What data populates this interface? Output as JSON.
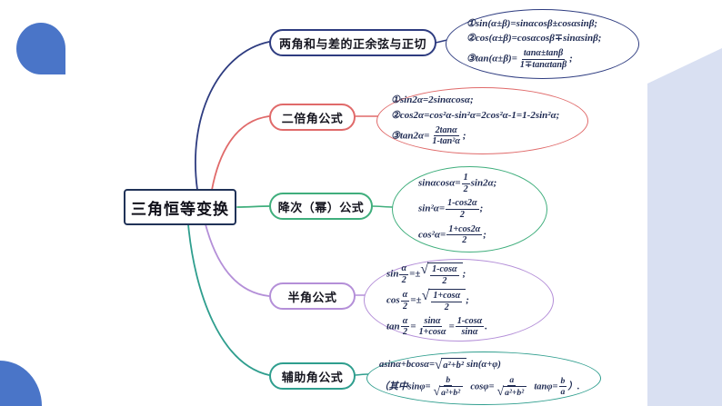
{
  "palette": {
    "accent_blue": "#4a75c8",
    "panel_blue": "#d9e0f2",
    "ink": "#1e2a52",
    "root_border": "#203258"
  },
  "root": {
    "label": "三角恒等变换"
  },
  "branches": [
    {
      "label": "两角和与差的正余弦与正切",
      "color": "#2e3c80",
      "formulas": [
        "①sin(α±β)=sinαcosβ±cosαsinβ;",
        "②cos(α±β)=cosαcosβ∓sinαsinβ;",
        "③tan(α±β)=\\f{tanα±tanβ}{1∓tanαtanβ};"
      ]
    },
    {
      "label": "二倍角公式",
      "color": "#e06a6a",
      "formulas": [
        "①sin2α=2sinαcosα;",
        "②cos2α=cos²α-sin²α=2cos²α-1=1-2sin²α;",
        "③tan2α=\\f{2tanα}{1-tan²α};"
      ]
    },
    {
      "label": "降次（幂）公式",
      "color": "#3fae7c",
      "formulas": [
        "sinαcosα=\\f{1}{2}sin2α;",
        "sin²α=\\f{1-cos2α}{2};",
        "cos²α=\\f{1+cos2α}{2};"
      ]
    },
    {
      "label": "半角公式",
      "color": "#b48fd8",
      "formulas": [
        "sin\\f{α}{2}=±\\r{\\f{1-cosα}{2}};",
        "cos\\f{α}{2}=±\\r{\\f{1+cosα}{2}};",
        "tan\\f{α}{2}=\\f{sinα}{1+cosα}=\\f{1-cosα}{sinα}."
      ]
    },
    {
      "label": "辅助角公式",
      "color": "#2f9e8e",
      "formulas": [
        "asinα+bcosα=\\r{a²+b²}sin(α+φ)",
        "（其中sinφ=\\f{b}{\\r{a²+b²}}  cosφ=\\f{a}{\\r{a²+b²}}  tanφ=\\f{b}{a}）."
      ]
    }
  ]
}
